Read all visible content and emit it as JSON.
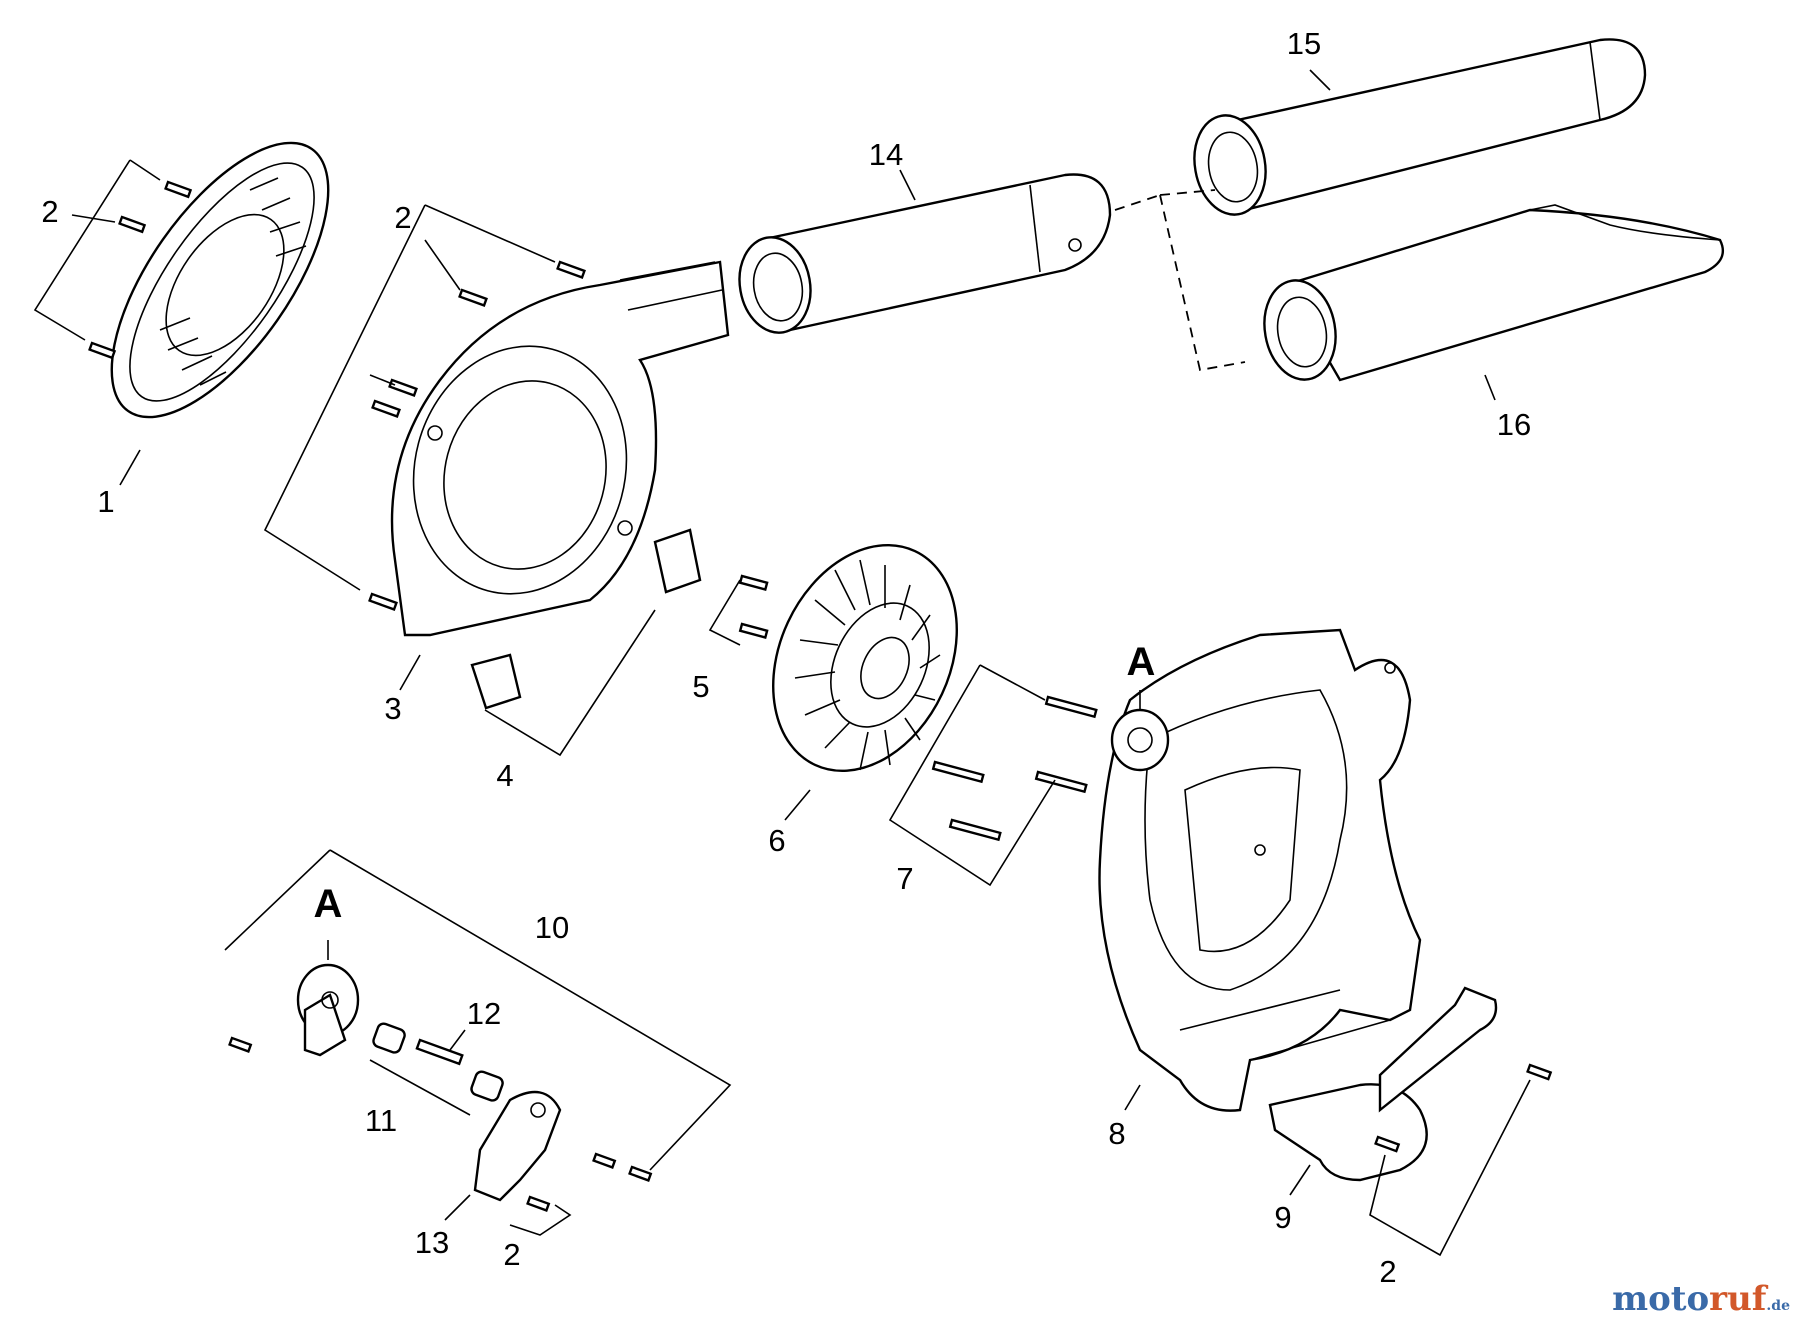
{
  "callouts": [
    {
      "id": "1",
      "label": "1"
    },
    {
      "id": "2a",
      "label": "2"
    },
    {
      "id": "2b",
      "label": "2"
    },
    {
      "id": "2c",
      "label": "2"
    },
    {
      "id": "2d",
      "label": "2"
    },
    {
      "id": "3",
      "label": "3"
    },
    {
      "id": "4",
      "label": "4"
    },
    {
      "id": "5",
      "label": "5"
    },
    {
      "id": "6",
      "label": "6"
    },
    {
      "id": "7",
      "label": "7"
    },
    {
      "id": "8",
      "label": "8"
    },
    {
      "id": "9",
      "label": "9"
    },
    {
      "id": "10",
      "label": "10"
    },
    {
      "id": "11",
      "label": "11"
    },
    {
      "id": "12",
      "label": "12"
    },
    {
      "id": "13",
      "label": "13"
    },
    {
      "id": "14",
      "label": "14"
    },
    {
      "id": "15",
      "label": "15"
    },
    {
      "id": "16",
      "label": "16"
    }
  ],
  "detail_markers": [
    {
      "id": "A1",
      "label": "A"
    },
    {
      "id": "A2",
      "label": "A"
    }
  ],
  "watermark": {
    "brand_a": "moto",
    "brand_b": "ruf",
    "tld": ".de"
  }
}
